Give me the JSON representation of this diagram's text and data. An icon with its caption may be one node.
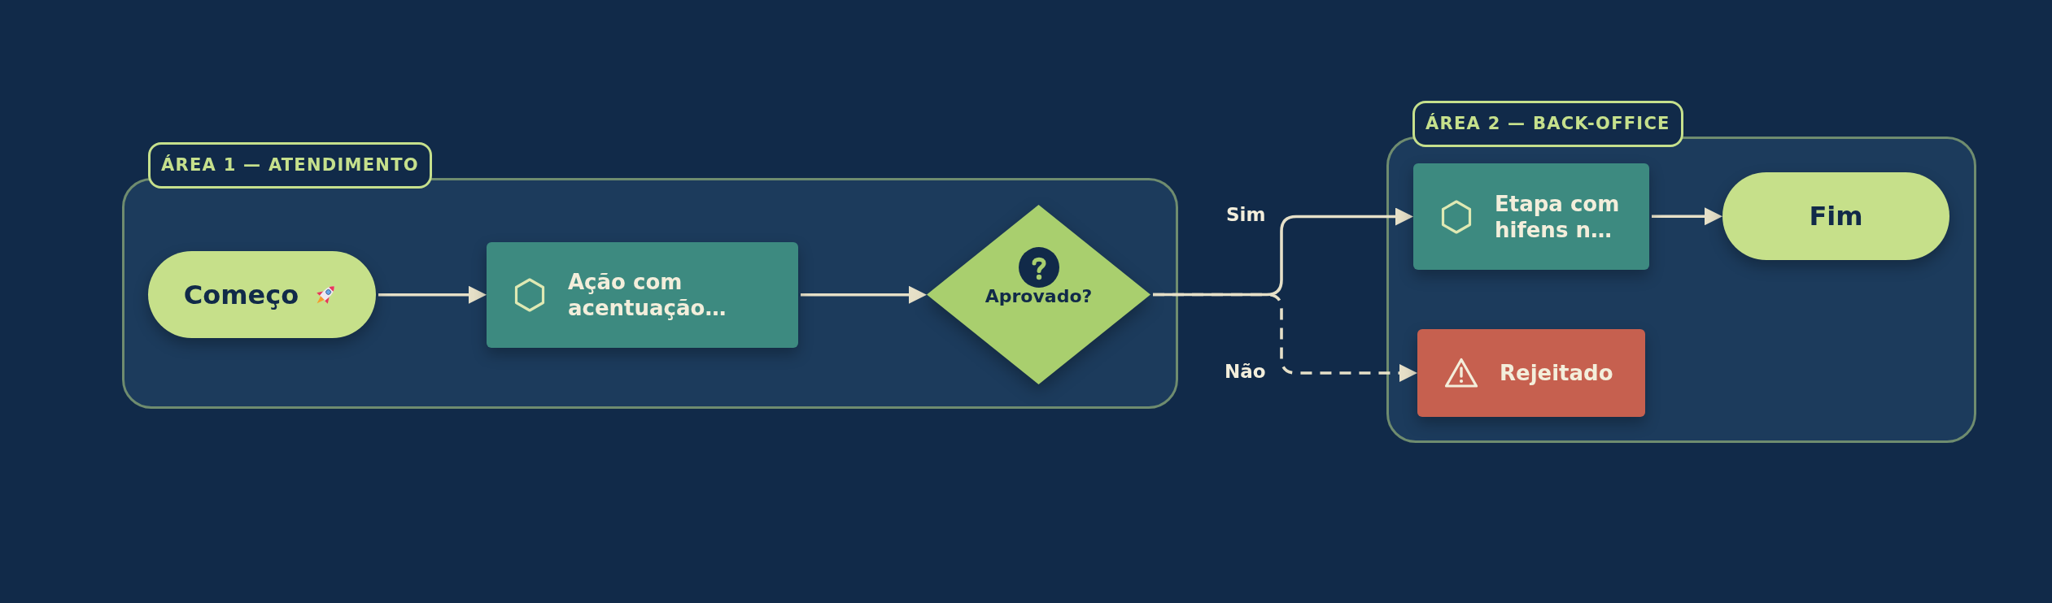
{
  "diagram": {
    "nodes": [
      {
        "text": [
          "ÁREA 1 — ATENDIMENTO"
        ]
      },
      {
        "text": [
          "Começo"
        ],
        "in": 0
      },
      {
        "text": [
          "Ação com acentuação…"
        ],
        "in": 0
      },
      {
        "text": [
          "Aprovado?"
        ],
        "in": 0
      },
      {
        "text": [
          "ÁREA 2 — BACK-OFFICE"
        ]
      },
      {
        "text": [
          "Etapa com hifens n…"
        ],
        "in": 4
      },
      {
        "text": [
          "Fim"
        ],
        "in": 4
      },
      {
        "text": [
          "Rejeitado"
        ],
        "in": 4
      }
    ],
    "edges": [
      {
        "from": 1,
        "to": 2,
        "arrow": "to"
      },
      {
        "from": 2,
        "to": 3,
        "arrow": "to"
      },
      {
        "from": 3,
        "to": 5,
        "arrow": "to",
        "label": "Sim"
      },
      {
        "from": 3,
        "to": 7,
        "arrow": "to",
        "label": "Não",
        "style": "dashed"
      },
      {
        "from": 5,
        "to": 6,
        "arrow": "to"
      }
    ]
  }
}
